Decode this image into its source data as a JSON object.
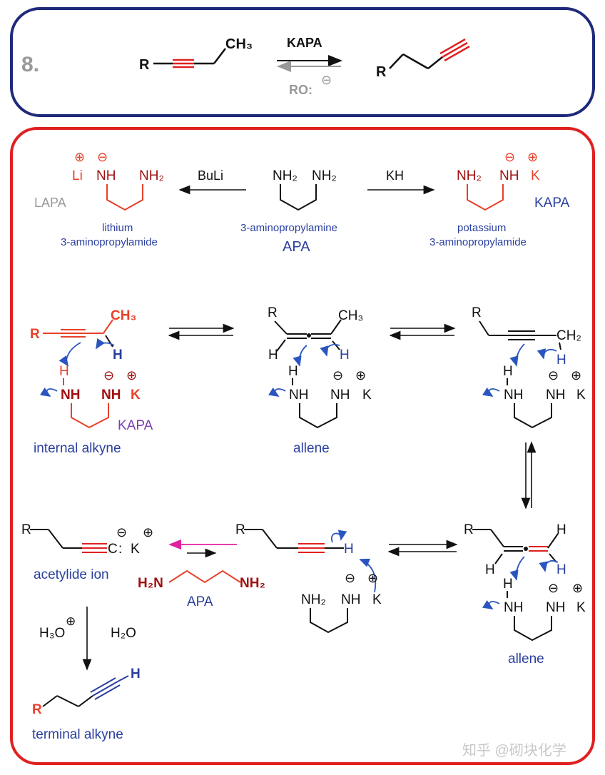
{
  "colors": {
    "blue_frame": "#1f2a7a",
    "red_frame": "#e02020",
    "red": "#e8402a",
    "darkred": "#a01010",
    "blue_text": "#2a3f9f",
    "arrow_blue": "#2a55c0",
    "gray": "#999999",
    "purple": "#7a3fb0",
    "magenta": "#e020a0",
    "black": "#111111"
  },
  "top": {
    "number": "8.",
    "R": "R",
    "CH3": "CH₃",
    "reagent": "KAPA",
    "reverse_reagent": "RO:",
    "minus": "⊖"
  },
  "reagents": {
    "LAPA": "LAPA",
    "Li": "Li",
    "plus": "⊕",
    "minus": "⊖",
    "NH": "NH",
    "NH2": "NH₂",
    "K": "K",
    "BuLi": "BuLi",
    "KH": "KH",
    "lithium_name_1": "lithium",
    "lithium_name_2": "3-aminopropylamide",
    "apa_name": "3-aminopropylamine",
    "APA": "APA",
    "potassium_name_1": "potassium",
    "potassium_name_2": "3-aminopropylamide",
    "KAPA": "KAPA"
  },
  "labels": {
    "internal_alkyne": "internal alkyne",
    "allene": "allene",
    "acetylide_ion": "acetylide ion",
    "APA": "APA",
    "terminal_alkyne": "terminal alkyne",
    "KAPA": "KAPA"
  },
  "atoms": {
    "R": "R",
    "H": "H",
    "CH3": "CH₃",
    "CH2": "CH₂",
    "NH": "NH",
    "NH2": "NH₂",
    "H2N": "H₂N",
    "K": "K",
    "plus": "⊕",
    "minus": "⊖",
    "C": "C",
    "colon": ":",
    "H3O": "H₃O",
    "H2O": "H₂O"
  },
  "watermark": "知乎 @砌块化学"
}
